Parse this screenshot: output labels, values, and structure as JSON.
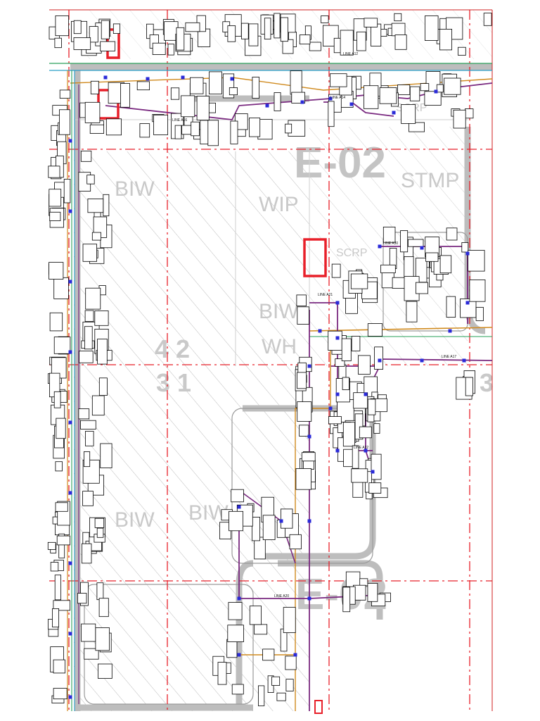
{
  "zones": {
    "e02_top": "E-02",
    "e02_bottom": "E-02",
    "stmp": "STMP",
    "wip": "WIP",
    "biw_top": "BIW",
    "biw_wh_1": "BIW",
    "biw_wh_2": "WH",
    "biw_bottom_left": "BIW",
    "biw_bottom_mid": "BIW",
    "scrp_top": "SCRP",
    "scrp_mid": "SCRP",
    "grid_42": "4 2",
    "grid_31": "3 1",
    "grid_3r": "3"
  },
  "lines": {
    "a14": "LINE A14",
    "a12": "LINE A12",
    "a16": "LINE A16",
    "a30": "LINE A30",
    "a21": "LINE A21",
    "a17": "LINE A17",
    "a22": "LINE A22",
    "a20": "LINE A20"
  },
  "colors": {
    "grid": "#e8202a",
    "bus_purple": "#7a2a80",
    "bus_orange": "#d08a1e",
    "bus_green": "#2aa05a",
    "bus_cyan": "#2c9fc8",
    "road": "#bdbdbd",
    "hatch": "#b5b5b5",
    "node": "#2a2ad8",
    "equipment": "#000000"
  }
}
